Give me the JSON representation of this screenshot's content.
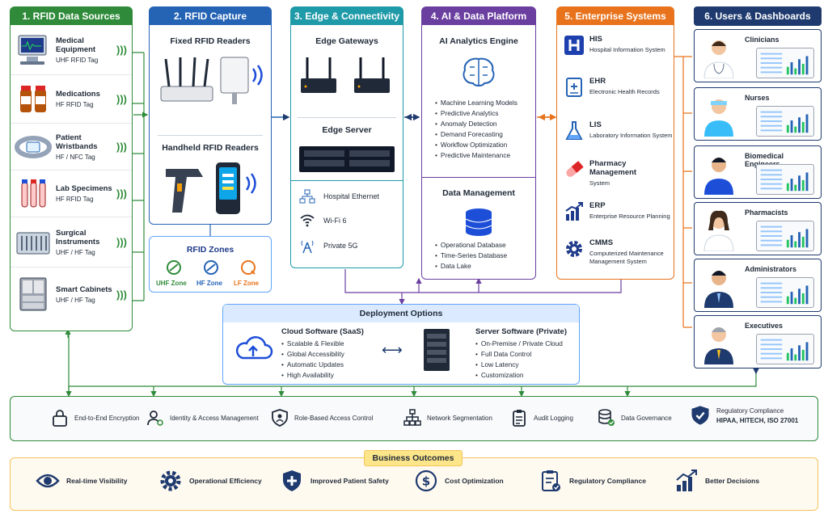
{
  "sources": {
    "title": "1. RFID Data Sources",
    "items": [
      {
        "name": "Medical Equipment",
        "tag": "UHF RFID Tag"
      },
      {
        "name": "Medications",
        "tag": "HF RFID Tag"
      },
      {
        "name": "Patient Wristbands",
        "tag": "HF / NFC Tag"
      },
      {
        "name": "Lab Specimens",
        "tag": "HF RFID Tag"
      },
      {
        "name": "Surgical Instruments",
        "tag": "UHF / HF Tag"
      },
      {
        "name": "Smart Cabinets",
        "tag": "UHF / HF Tag"
      }
    ]
  },
  "capture": {
    "title": "2. RFID Capture",
    "fixed": "Fixed RFID Readers",
    "handheld": "Handheld RFID Readers",
    "zones_title": "RFID Zones",
    "zones": [
      "UHF Zone",
      "HF Zone",
      "LF Zone"
    ]
  },
  "edge": {
    "title": "3. Edge & Connectivity",
    "gateways": "Edge Gateways",
    "server": "Edge Server",
    "network": [
      "Hospital Ethernet",
      "Wi-Fi 6",
      "Private 5G"
    ]
  },
  "ai": {
    "title": "4. AI & Data Platform",
    "engine": "AI Analytics Engine",
    "engine_items": [
      "Machine Learning Models",
      "Predictive Analytics",
      "Anomaly Detection",
      "Demand Forecasting",
      "Workflow Optimization",
      "Predictive Maintenance"
    ],
    "data_mgmt": "Data Management",
    "data_items": [
      "Operational Database",
      "Time-Series Database",
      "Data Lake"
    ]
  },
  "enterprise": {
    "title": "5. Enterprise Systems",
    "items": [
      {
        "name": "HIS",
        "desc": "Hospital Information System"
      },
      {
        "name": "EHR",
        "desc": "Electronic Health Records"
      },
      {
        "name": "LIS",
        "desc": "Laboratory Information System"
      },
      {
        "name": "Pharmacy Management",
        "desc": "System"
      },
      {
        "name": "ERP",
        "desc": "Enterprise Resource Planning"
      },
      {
        "name": "CMMS",
        "desc": "Computerized Maintenance Management System"
      }
    ]
  },
  "users": {
    "title": "6. Users & Dashboards",
    "items": [
      "Clinicians",
      "Nurses",
      "Biomedical Engineers",
      "Pharmacists",
      "Administrators",
      "Executives"
    ]
  },
  "deployment": {
    "title": "Deployment Options",
    "cloud_title": "Cloud Software (SaaS)",
    "cloud_items": [
      "Scalable & Flexible",
      "Global Accessibility",
      "Automatic Updates",
      "High Availability"
    ],
    "server_title": "Server Software (Private)",
    "server_items": [
      "On-Premise / Private Cloud",
      "Full Data Control",
      "Low Latency",
      "Customization"
    ]
  },
  "security": [
    "End-to-End Encryption",
    "Identity & Access Management",
    "Role-Based Access Control",
    "Network Segmentation",
    "Audit Logging",
    "Data Governance",
    "Regulatory Compliance",
    "HIPAA, HITECH, ISO 27001"
  ],
  "outcomes": {
    "title": "Business Outcomes",
    "items": [
      "Real-time Visibility",
      "Operational Efficiency",
      "Improved Patient Safety",
      "Cost Optimization",
      "Regulatory Compliance",
      "Better Decisions"
    ]
  },
  "colors": {
    "green": "#2f8b3a",
    "blue": "#2563b5",
    "teal": "#1f9aa8",
    "purple": "#6b3fa0",
    "orange": "#e8731c",
    "navy": "#1e3a6e"
  }
}
